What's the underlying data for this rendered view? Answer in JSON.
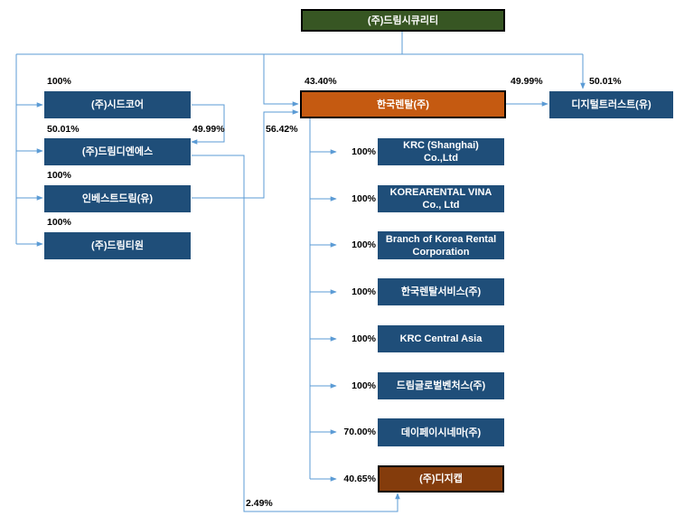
{
  "companies": {
    "dream_security": "(주)드림시큐리티",
    "seedcore": "(주)시드코어",
    "dream_dns": "(주)드림디엔에스",
    "invest_dream": "인베스트드림(유)",
    "dream_tiwon": "(주)드림티원",
    "korea_rental": "한국렌탈(주)",
    "digital_trust": "디지털트러스트(유)",
    "krc_shanghai": "KRC (Shanghai)\nCo.,Ltd",
    "korearental_vina": "KOREARENTAL VINA\nCo.,  Ltd",
    "branch_korea_rental": "Branch of Korea Rental\nCorporation",
    "korea_rental_service": "한국렌탈서비스(주)",
    "krc_central_asia": "KRC Central Asia",
    "dream_global_ventures": "드림글로벌벤처스(주)",
    "daypay_sinema": "데이페이시네마(주)",
    "digicap": "(주)디지캡"
  },
  "ownership": {
    "seedcore": "100%",
    "dream_dns_by_security": "50.01%",
    "dream_dns_by_seedcore": "49.99%",
    "invest_dream": "100%",
    "dream_tiwon": "100%",
    "korea_rental_by_security": "43.40%",
    "korea_rental_by_invest": "56.42%",
    "digital_trust_by_security": "50.01%",
    "digital_trust_by_korea_rental": "49.99%",
    "krc_shanghai": "100%",
    "korearental_vina": "100%",
    "branch_korea_rental": "100%",
    "korea_rental_service": "100%",
    "krc_central_asia": "100%",
    "dream_global_ventures": "100%",
    "daypay_sinema": "70.00%",
    "digicap_by_korea_rental": "40.65%",
    "digicap_by_dream_dns": "2.49%"
  },
  "colors": {
    "line": "#5b9bd5",
    "navy": "#1f4e79",
    "green": "#375623",
    "orange": "#c55a11",
    "brown": "#843c0c"
  }
}
